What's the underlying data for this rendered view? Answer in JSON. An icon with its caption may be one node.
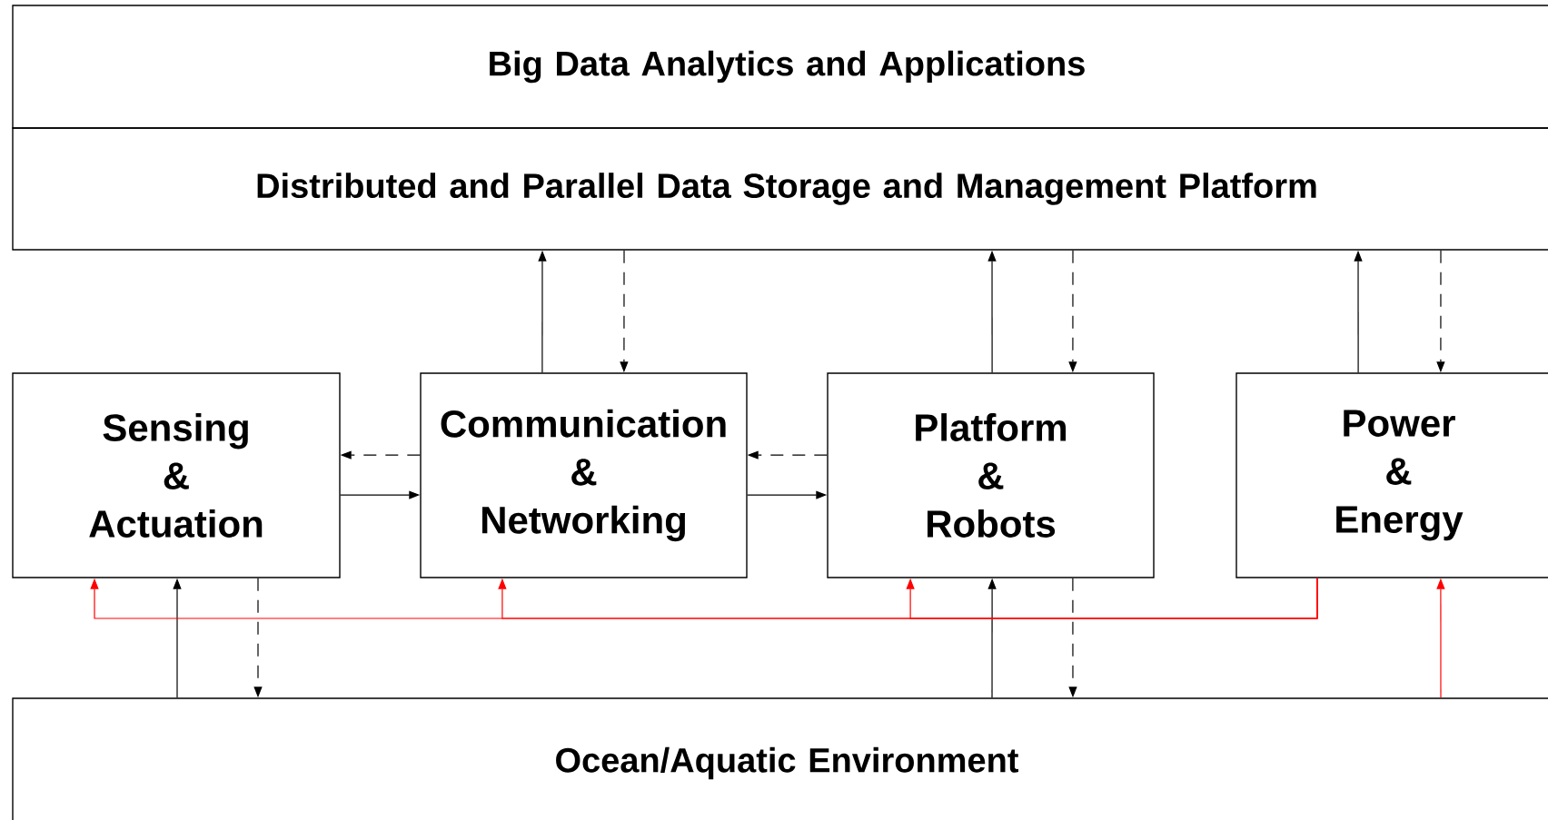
{
  "diagram": {
    "nodes": [
      {
        "text": [
          "Big Data Analytics and Applications"
        ]
      },
      {
        "text": [
          "Distributed and Parallel Data Storage and Management Platform"
        ]
      },
      {
        "text": [
          "Sensing & Actuation"
        ]
      },
      {
        "text": [
          "Communication & Networking"
        ]
      },
      {
        "text": [
          "Platform & Robots"
        ]
      },
      {
        "text": [
          "Power & Energy"
        ]
      },
      {
        "text": [
          "Ocean/Aquatic Environment"
        ]
      }
    ],
    "edges": [
      {
        "from": 3,
        "to": 1,
        "arrow": "to"
      },
      {
        "from": 1,
        "to": 3,
        "arrow": "to",
        "style": "dashed"
      },
      {
        "from": 4,
        "to": 1,
        "arrow": "to"
      },
      {
        "from": 1,
        "to": 4,
        "arrow": "to",
        "style": "dashed"
      },
      {
        "from": 5,
        "to": 1,
        "arrow": "to"
      },
      {
        "from": 1,
        "to": 5,
        "arrow": "to",
        "style": "dashed"
      },
      {
        "from": 3,
        "to": 2,
        "arrow": "to",
        "style": "dashed"
      },
      {
        "from": 2,
        "to": 3,
        "arrow": "to"
      },
      {
        "from": 4,
        "to": 3,
        "arrow": "to",
        "style": "dashed"
      },
      {
        "from": 3,
        "to": 4,
        "arrow": "to"
      },
      {
        "from": 6,
        "to": 2,
        "arrow": "to"
      },
      {
        "from": 2,
        "to": 6,
        "arrow": "to",
        "style": "dashed"
      },
      {
        "from": 6,
        "to": 4,
        "arrow": "to"
      },
      {
        "from": 4,
        "to": 6,
        "arrow": "to",
        "style": "dashed"
      },
      {
        "from": 5,
        "to": 2,
        "arrow": "to",
        "color": "#ff0000"
      },
      {
        "from": 5,
        "to": 3,
        "arrow": "to",
        "color": "#ff0000"
      },
      {
        "from": 5,
        "to": 4,
        "arrow": "to",
        "color": "#ff0000"
      },
      {
        "from": 6,
        "to": 5,
        "arrow": "to",
        "color": "#ff0000"
      }
    ]
  }
}
